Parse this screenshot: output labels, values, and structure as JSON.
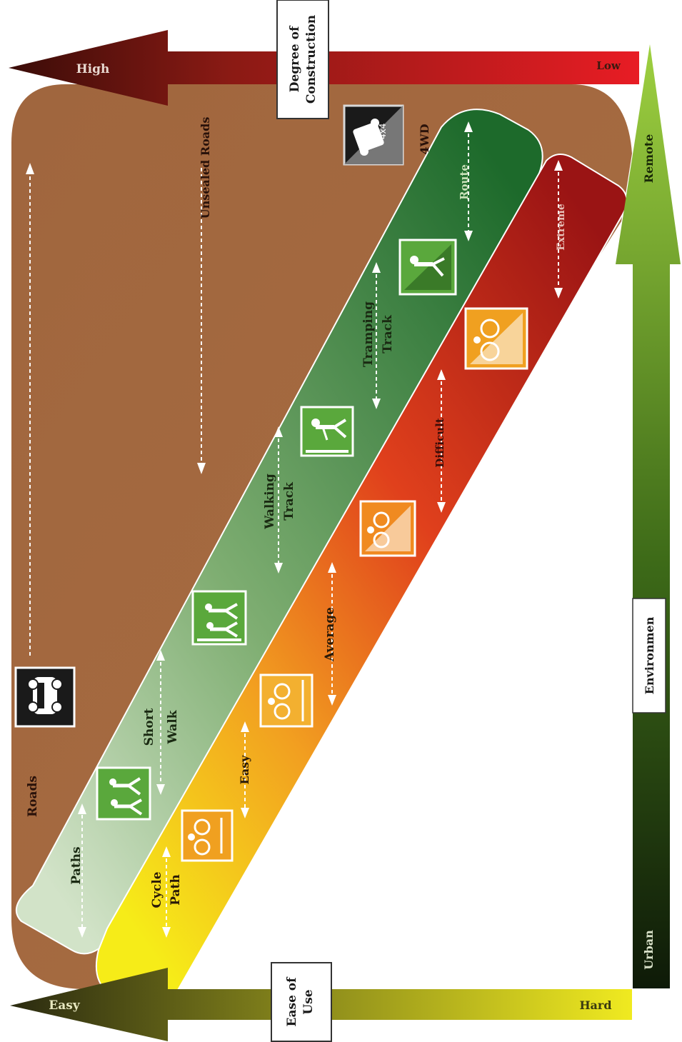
{
  "axes": {
    "construction": {
      "title_line1": "Degree of",
      "title_line2": "Construction",
      "high": "High",
      "low": "Low"
    },
    "ease": {
      "title_line1": "Ease of",
      "title_line2": "Use",
      "easy": "Easy",
      "hard": "Hard"
    },
    "environment": {
      "title": "Environmen",
      "urban": "Urban",
      "remote": "Remote"
    }
  },
  "vehicle_band": {
    "roads": "Roads",
    "unsealed_roads": "Unsealed Roads",
    "fourwd": "4WD",
    "fourwd_icon_text": "4x4"
  },
  "walking_band": {
    "paths": "Paths",
    "short_walk_line1": "Short",
    "short_walk_line2": "Walk",
    "walking_track_line1": "Walking",
    "walking_track_line2": "Track",
    "tramping_track_line1": "Tramping",
    "tramping_track_line2": "Track",
    "route": "Route"
  },
  "cycling_band": {
    "cycle_path_line1": "Cycle",
    "cycle_path_line2": "Path",
    "easy": "Easy",
    "average": "Average",
    "difficult": "Difficult",
    "extreme": "Extreme"
  },
  "colors": {
    "vehicle": "#a8683a",
    "walking_light": "#c8dcc0",
    "walking_dark": "#1e6e2a",
    "cycling_yellow": "#f2e419",
    "cycling_red": "#d0221c",
    "arrow_red": "#c0161c",
    "arrow_green": "#8cc63f",
    "ease_yellow": "#e8e020"
  }
}
